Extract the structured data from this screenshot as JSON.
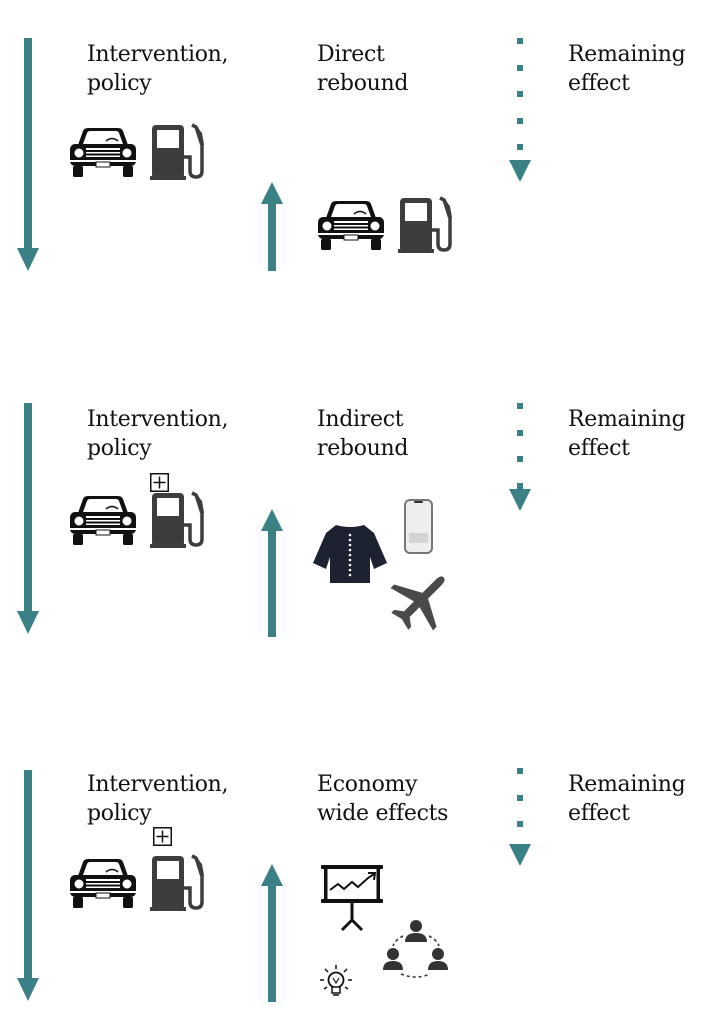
{
  "colors": {
    "arrow": "#3a8085",
    "icon_dark": "#111111",
    "pump": "#3d3d3d"
  },
  "panels": [
    {
      "intervention": {
        "line1": "Intervention,",
        "line2": "policy",
        "icons": [
          "car-icon",
          "fuel-pump-icon"
        ],
        "plus_marker": false
      },
      "rebound": {
        "line1": "Direct",
        "line2": "rebound",
        "icons": [
          "car-icon",
          "fuel-pump-icon"
        ]
      },
      "remaining": {
        "line1": "Remaining",
        "line2": "effect"
      }
    },
    {
      "intervention": {
        "line1": "Intervention,",
        "line2": "policy",
        "icons": [
          "car-icon",
          "fuel-pump-icon"
        ],
        "plus_marker": true
      },
      "rebound": {
        "line1": "Indirect",
        "line2": "rebound",
        "icons": [
          "shirt-icon",
          "smartphone-icon",
          "airplane-icon"
        ]
      },
      "remaining": {
        "line1": "Remaining",
        "line2": "effect"
      }
    },
    {
      "intervention": {
        "line1": "Intervention,",
        "line2": "policy",
        "icons": [
          "car-icon",
          "fuel-pump-icon"
        ],
        "plus_marker": true
      },
      "rebound": {
        "line1": "Economy",
        "line2": "wide effects",
        "icons": [
          "presentation-chart-icon",
          "lightbulb-icon",
          "team-network-icon"
        ]
      },
      "remaining": {
        "line1": "Remaining",
        "line2": "effect"
      }
    }
  ]
}
